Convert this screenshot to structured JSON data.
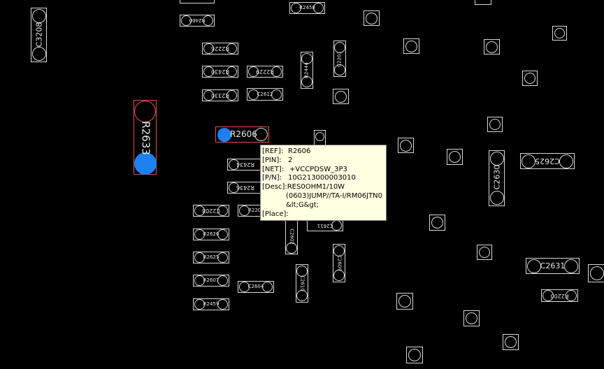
{
  "components": [
    {
      "ref": "C3208"
    },
    {
      "ref": "R2633"
    },
    {
      "ref": "R2606"
    },
    {
      "ref": "R2450"
    },
    {
      "ref": "R2460"
    },
    {
      "ref": "R2226"
    },
    {
      "ref": "R2430"
    },
    {
      "ref": "R2229"
    },
    {
      "ref": "R2330"
    },
    {
      "ref": "C2612"
    },
    {
      "ref": "R2444"
    },
    {
      "ref": "C2201"
    },
    {
      "ref": "C2630"
    },
    {
      "ref": "C2625"
    },
    {
      "ref": "R2434"
    },
    {
      "ref": "R2436"
    },
    {
      "ref": "C2208"
    },
    {
      "ref": "R2626"
    },
    {
      "ref": "R2625"
    },
    {
      "ref": "R2607"
    },
    {
      "ref": "R2459"
    },
    {
      "ref": "C2604"
    },
    {
      "ref": "C2602"
    },
    {
      "ref": "C2611"
    },
    {
      "ref": "C2609"
    },
    {
      "ref": "C2610"
    },
    {
      "ref": "C2631"
    },
    {
      "ref": "R2200"
    },
    {
      "ref": "R220"
    }
  ],
  "tooltip": {
    "ref_label": "[REF]:",
    "ref": "R2606",
    "pin_label": "[PIN]:",
    "pin": "2",
    "net_label": "[NET]:",
    "net": "+VCCPDSW_3P3",
    "pn_label": "[P/N]:",
    "pn": "10G213000003010",
    "desc_label": "[Desc]:",
    "desc_1": "RES0OHM1/10W",
    "desc_2": "(0603)JUMP//TA-I/RM06JTN0",
    "desc_3": "&lt;G&gt;",
    "place_label": "[Place]:",
    "place": ""
  }
}
